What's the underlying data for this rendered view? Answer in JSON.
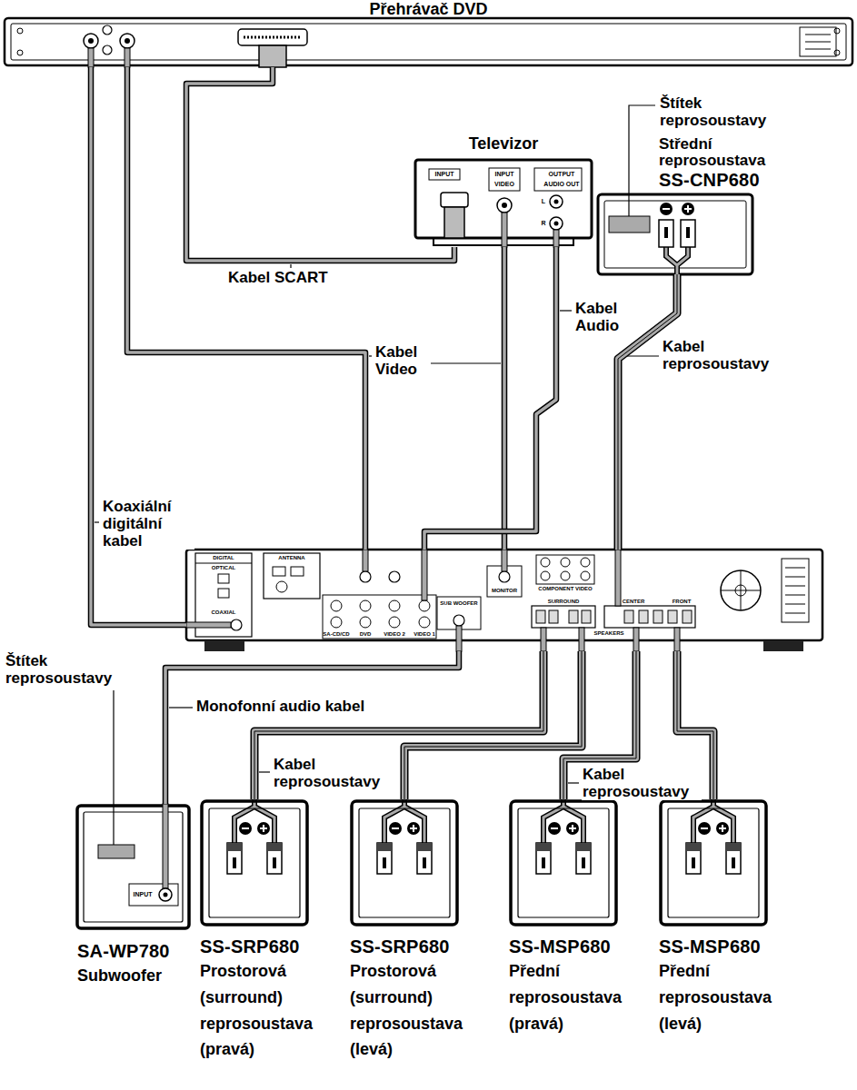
{
  "diagram": {
    "nodes": [
      {
        "text": [
          "Přehrávač DVD"
        ]
      },
      {
        "text": [
          "Televizor",
          "INPUT",
          "INPUT",
          "VIDEO",
          "OUTPUT",
          "AUDIO OUT",
          "L",
          "R"
        ]
      },
      {
        "text": [
          "Střední reprosoustava",
          "SS-CNP680"
        ]
      },
      {
        "text": [
          "DIGITAL",
          "ANTENNA",
          "OPTICAL",
          "COAXIAL",
          "MONITOR",
          "COMPONENT VIDEO",
          "SUB WOOFER",
          "SURROUND",
          "CENTER",
          "FRONT",
          "SA-CD/CD",
          "DVD",
          "VIDEO 2",
          "VIDEO 1",
          "SPEAKERS"
        ]
      },
      {
        "text": [
          "INPUT",
          "SA-WP780",
          "Subwoofer"
        ]
      },
      {
        "text": [
          "SS-SRP680",
          "Prostorová (surround) reprosoustava (pravá)"
        ]
      },
      {
        "text": [
          "SS-SRP680",
          "Prostorová (surround) reprosoustava (levá)"
        ]
      },
      {
        "text": [
          "SS-MSP680",
          "Přední reprosoustava (pravá)"
        ]
      },
      {
        "text": [
          "SS-MSP680",
          "Přední reprosoustava (levá)"
        ]
      }
    ],
    "edges": [
      {
        "from": 0,
        "to": 1,
        "label": "Kabel SCART",
        "arrow": "none"
      },
      {
        "from": 0,
        "to": 3,
        "label": "Koaxiální digitální kabel",
        "arrow": "none"
      },
      {
        "from": 0,
        "to": 3,
        "arrow": "none"
      },
      {
        "from": 3,
        "to": 1,
        "arrow": "none"
      },
      {
        "from": 1,
        "to": 3,
        "arrow": "none"
      },
      {
        "from": 3,
        "to": 2,
        "label": "Kabel reprosoustavy",
        "arrow": "none"
      },
      {
        "from": 3,
        "to": 4,
        "label": "Monofonní audio kabel",
        "arrow": "none"
      },
      {
        "from": 3,
        "to": 5,
        "arrow": "none"
      },
      {
        "from": 3,
        "to": 6,
        "arrow": "none"
      },
      {
        "from": 3,
        "to": 7,
        "arrow": "none"
      },
      {
        "from": 3,
        "to": 8,
        "arrow": "none"
      }
    ],
    "labels": [
      "Štítek reprosoustavy",
      "Kabel Video",
      "Kabel Audio",
      "Štítek reprosoustavy",
      "Kabel reprosoustavy",
      "Kabel reprosoustavy"
    ]
  }
}
